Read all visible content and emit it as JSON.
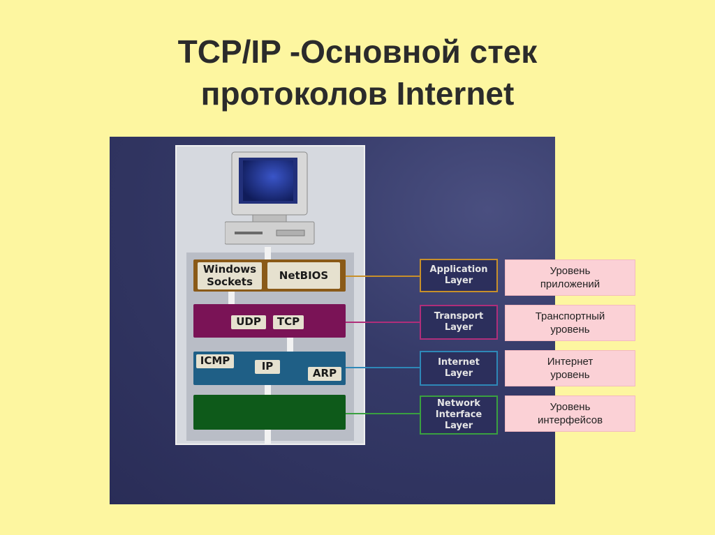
{
  "title": {
    "line1": "TCP/IP -Основной стек",
    "line2": "протоколов Internet"
  },
  "diagram": {
    "application_protocols": [
      "Windows Sockets",
      "NetBIOS"
    ],
    "transport_protocols": [
      "UDP",
      "TCP"
    ],
    "internet_protocols": [
      "ICMP",
      "IP",
      "ARP"
    ],
    "layers": [
      {
        "en_line1": "Application",
        "en_line2": "Layer",
        "en_line3": "",
        "ru_line1": "Уровень",
        "ru_line2": "приложений",
        "color": "#c8902a"
      },
      {
        "en_line1": "Transport",
        "en_line2": "Layer",
        "en_line3": "",
        "ru_line1": "Транспортный",
        "ru_line2": "уровень",
        "color": "#b02e7a"
      },
      {
        "en_line1": "Internet",
        "en_line2": "Layer",
        "en_line3": "",
        "ru_line1": "Интернет",
        "ru_line2": "уровень",
        "color": "#2e88b8"
      },
      {
        "en_line1": "Network",
        "en_line2": "Interface",
        "en_line3": "Layer",
        "ru_line1": "Уровень",
        "ru_line2": "интерфейсов",
        "color": "#3aa040"
      }
    ]
  },
  "colors": {
    "background": "#fdf6a0",
    "panel": "#353a68",
    "application_layer": "#8a5a18",
    "transport_layer": "#7a1356",
    "internet_layer": "#1f5f86",
    "network_layer": "#0e5a1a",
    "russian_label_bg": "#fbd1d6"
  }
}
